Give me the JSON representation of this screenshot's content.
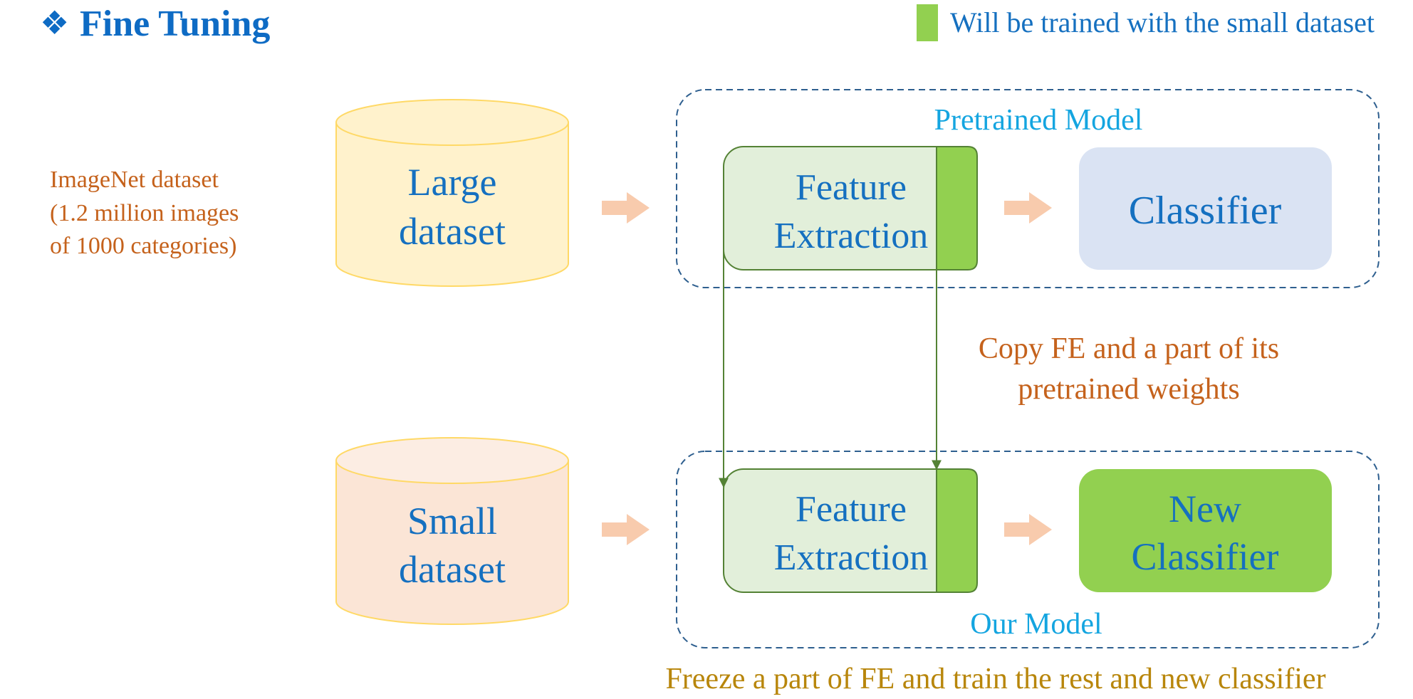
{
  "heading": {
    "bullet": "❖",
    "title": "Fine Tuning"
  },
  "legend": {
    "text": "Will be trained with the small dataset"
  },
  "imagenet_note": {
    "lines": [
      "ImageNet dataset",
      "(1.2 million images",
      "of 1000 categories)"
    ]
  },
  "large_dataset": {
    "lines": [
      "Large",
      "dataset"
    ]
  },
  "small_dataset": {
    "lines": [
      "Small",
      "dataset"
    ]
  },
  "pretrained_model": {
    "label": "Pretrained Model",
    "feature_extraction_lines": [
      "Feature",
      "Extraction"
    ],
    "classifier": "Classifier"
  },
  "our_model": {
    "label": "Our Model",
    "feature_extraction_lines": [
      "Feature",
      "Extraction"
    ],
    "classifier_lines": [
      "New",
      "Classifier"
    ]
  },
  "copy_note": {
    "lines": [
      "Copy FE and a part of its",
      "pretrained weights"
    ]
  },
  "bottom_note": {
    "text": "Freeze a part of FE and train the rest and new classifier"
  },
  "colors": {
    "heading_blue": "#0E6BC4",
    "body_blue": "#1570C0",
    "cyan_label": "#14A5E0",
    "orange_text": "#C5621C",
    "gold_text": "#B8860B",
    "trained_green": "#92D050",
    "fe_fill": "#E2EFDA",
    "fe_border": "#548235",
    "classifier_fill": "#DAE3F3",
    "arrow_fill": "#F8CBAD",
    "large_db_fill": "#FFF2CC",
    "small_db_fill": "#FBE5D6",
    "db_stroke": "#FFD966",
    "dashed_border": "#2E5F8F"
  }
}
